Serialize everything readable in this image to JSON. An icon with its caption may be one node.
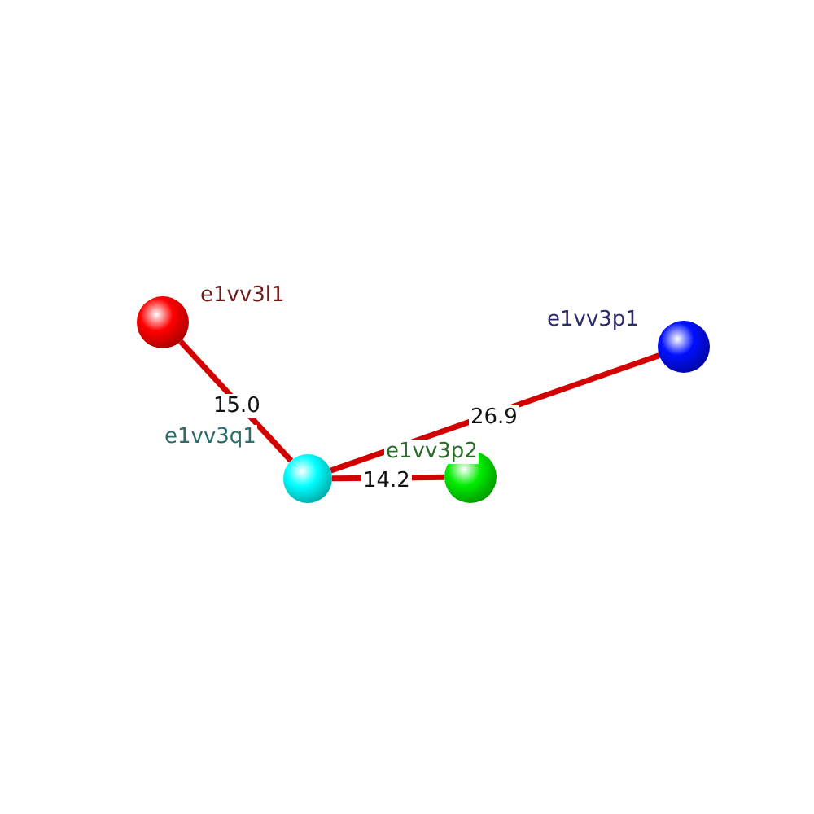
{
  "diagram": {
    "nodes": [
      {
        "text": [],
        "shape": "circle",
        "beside": [
          "e1vv3l1"
        ]
      },
      {
        "text": [],
        "shape": "circle",
        "beside": [
          "e1vv3p1"
        ]
      },
      {
        "text": [],
        "shape": "circle",
        "beside": [
          "e1vv3q1"
        ]
      },
      {
        "text": [],
        "shape": "circle",
        "beside": [
          "e1vv3p2"
        ]
      }
    ],
    "edges": [
      {
        "from": 2,
        "to": 0,
        "arrow": "none",
        "label": "15.0"
      },
      {
        "from": 2,
        "to": 1,
        "arrow": "none",
        "label": "26.9"
      },
      {
        "from": 2,
        "to": 3,
        "arrow": "none",
        "label": "14.2"
      }
    ]
  }
}
